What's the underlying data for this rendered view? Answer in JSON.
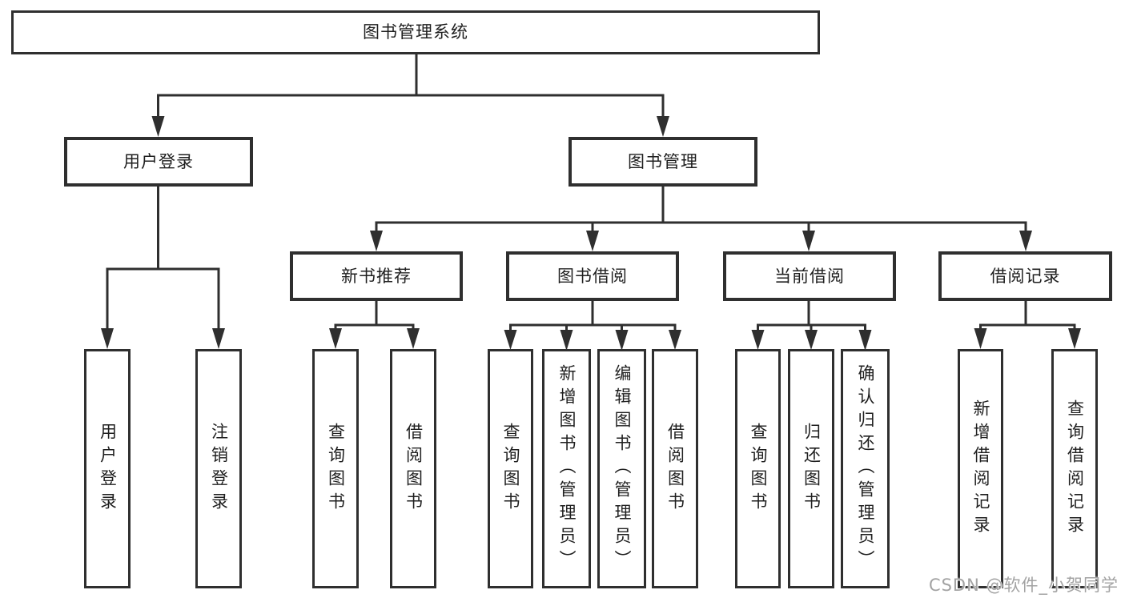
{
  "diagram_title": "图书管理系统",
  "tree": {
    "root": {
      "label": "图书管理系统"
    },
    "level2": [
      {
        "label": "用户登录",
        "children": [
          "用户登录",
          "注销登录"
        ]
      },
      {
        "label": "图书管理"
      }
    ],
    "level3": [
      {
        "label": "新书推荐",
        "children": [
          "查询图书",
          "借阅图书"
        ]
      },
      {
        "label": "图书借阅",
        "children": [
          "查询图书",
          "新增图书（管理员）",
          "编辑图书（管理员）",
          "借阅图书"
        ]
      },
      {
        "label": "当前借阅",
        "children": [
          "查询图书",
          "归还图书",
          "确认归还（管理员）"
        ]
      },
      {
        "label": "借阅记录",
        "children": [
          "新增借阅记录",
          "查询借阅记录"
        ]
      }
    ]
  },
  "watermark": {
    "text": "CSDN @软件_小贺同学"
  },
  "colors": {
    "line": "#2f2f2f",
    "text": "#1f1f1f",
    "background": "#ffffff",
    "watermark": "#a3a3a3"
  }
}
